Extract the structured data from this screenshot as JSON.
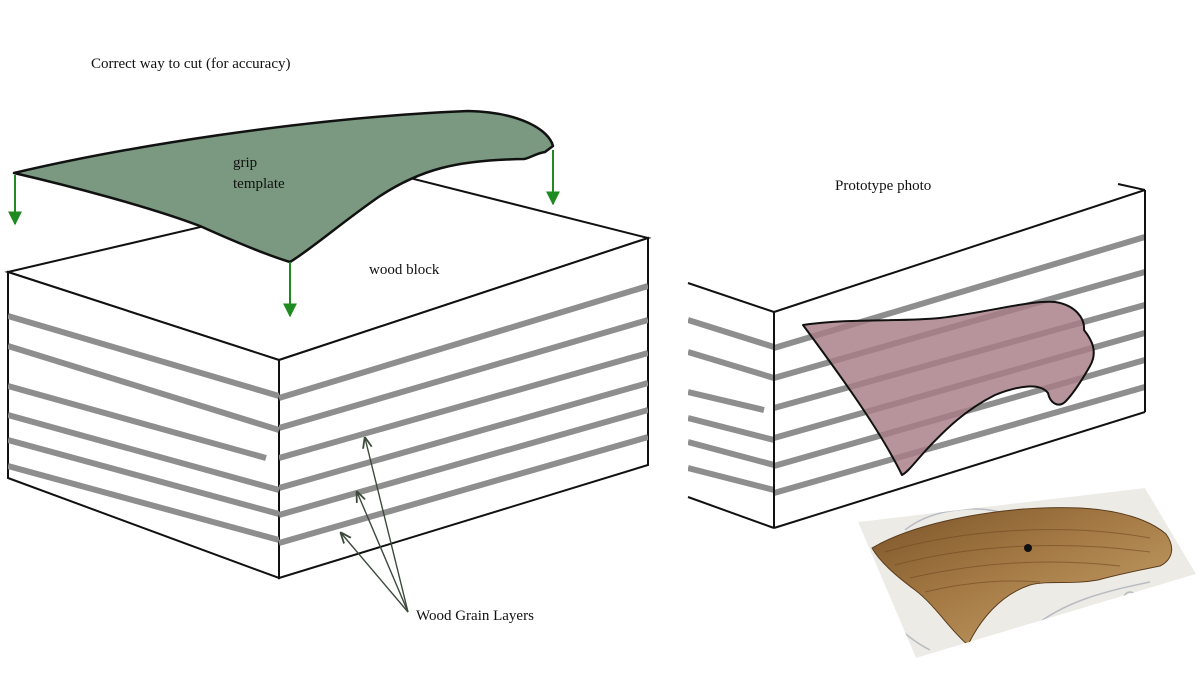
{
  "labels": {
    "title": "Correct way to cut (for accuracy)",
    "grip_template_line1": "grip",
    "grip_template_line2": "template",
    "wood_block": "wood block",
    "prototype_photo": "Prototype photo",
    "wood_grain_layers": "Wood Grain Layers"
  },
  "colors": {
    "template_fill": "#7a9980",
    "grain_stripe": "#8e8e8e",
    "cut_arrow": "#1f8a1f",
    "pointer_arrow": "#3c4a3c",
    "prototype_fill": "#a77c85",
    "photo_wood": "#9c7440"
  },
  "icons": {
    "cut_direction": "arrow-down-icon",
    "pointer": "arrow-pointer-icon"
  }
}
